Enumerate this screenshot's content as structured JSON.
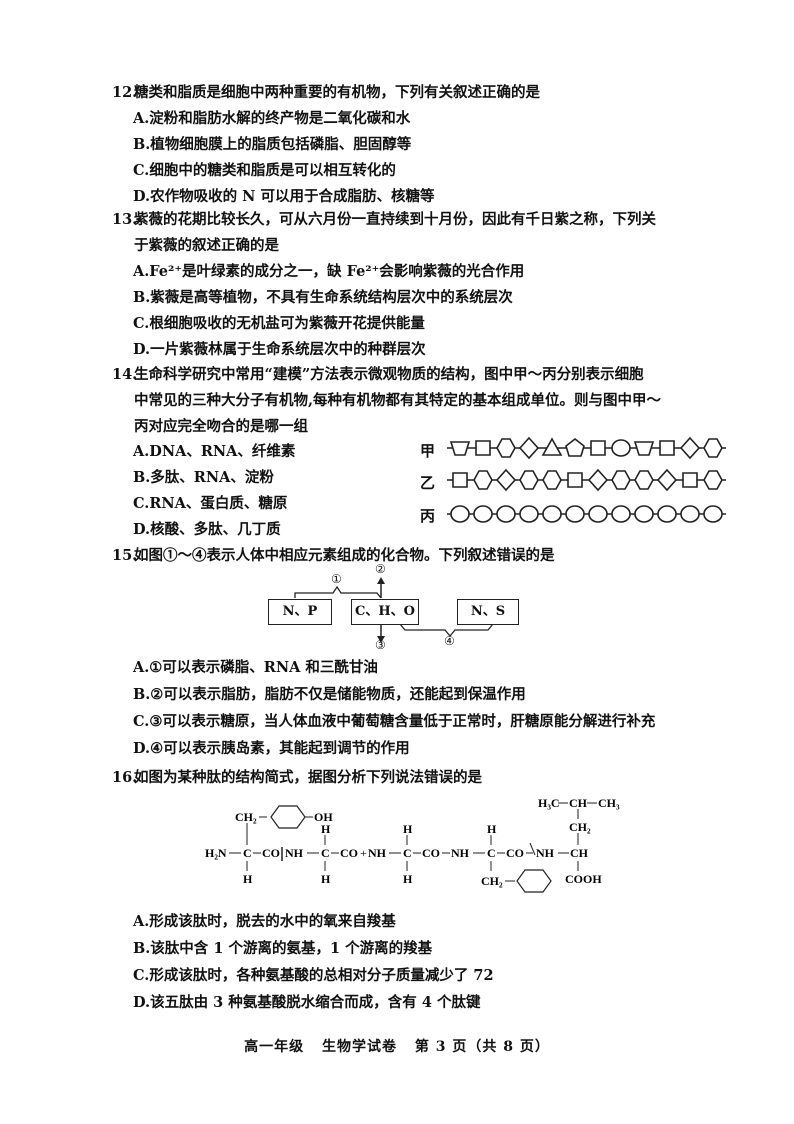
{
  "q12": {
    "number": "12.",
    "stem": "糖类和脂质是细胞中两种重要的有机物，下列有关叙述正确的是",
    "options": [
      "A.淀粉和脂肪水解的终产物是二氧化碳和水",
      "B.植物细胞膜上的脂质包括磷脂、胆固醇等",
      "C.细胞中的糖类和脂质是可以相互转化的",
      "D.农作物吸收的 N 可以用于合成脂肪、核糖等"
    ]
  },
  "q13": {
    "number": "13.",
    "stem_line1": "紫薇的花期比较长久，可从六月份一直持续到十月份，因此有千日紫之称，下列关",
    "stem_line2": "于紫薇的叙述正确的是",
    "options": [
      "A.Fe²⁺是叶绿素的成分之一，缺 Fe²⁺会影响紫薇的光合作用",
      "B.紫薇是高等植物，不具有生命系统结构层次中的系统层次",
      "C.根细胞吸收的无机盐可为紫薇开花提供能量",
      "D.一片紫薇林属于生命系统层次中的种群层次"
    ]
  },
  "q14": {
    "number": "14.",
    "stem_line1": "生命科学研究中常用“建模”方法表示微观物质的结构，图中甲～丙分别表示细胞",
    "stem_line2": "中常见的三种大分子有机物,每种有机物都有其特定的基本组成单位。则与图中甲～",
    "stem_line3": "丙对应完全吻合的是哪一组",
    "options": [
      "A.DNA、RNA、纤维素",
      "B.多肽、RNA、淀粉",
      "C.RNA、蛋白质、糖原",
      "D.核酸、多肽、几丁质"
    ],
    "diagram": {
      "chains": [
        {
          "label": "甲",
          "units": [
            "trapezoid",
            "square",
            "hexagon",
            "diamond",
            "triangle",
            "pentagon",
            "square",
            "circle",
            "trapezoid",
            "square",
            "diamond",
            "hexagon"
          ]
        },
        {
          "label": "乙",
          "units": [
            "square",
            "hexagon",
            "diamond",
            "hexagon",
            "hexagon",
            "square",
            "diamond",
            "hexagon",
            "hexagon",
            "diamond",
            "square",
            "hexagon"
          ]
        },
        {
          "label": "丙",
          "units": [
            "circle",
            "circle",
            "circle",
            "circle",
            "circle",
            "circle",
            "circle",
            "circle",
            "circle",
            "circle",
            "circle",
            "circle"
          ]
        }
      ]
    }
  },
  "q15": {
    "number": "15.",
    "stem": "如图①～④表示人体中相应元素组成的化合物。下列叙述错误的是",
    "diagram": {
      "boxes": [
        "N、P",
        "C、H、O",
        "N、S"
      ],
      "markers": [
        "①",
        "②",
        "③",
        "④"
      ]
    },
    "options": [
      "A.①可以表示磷脂、RNA 和三酰甘油",
      "B.②可以表示脂肪，脂肪不仅是储能物质，还能起到保温作用",
      "C.③可以表示糖原，当人体血液中葡萄糖含量低于正常时，肝糖原能分解进行补充",
      "D.④可以表示胰岛素，其能起到调节的作用"
    ]
  },
  "q16": {
    "number": "16.",
    "stem": "如图为某种肽的结构简式，据图分析下列说法错误的是",
    "formula": {
      "main_chain": [
        "H₂N—C—CO",
        "NH—C—CO",
        "NH—C—CO",
        "NH—C—CO",
        "NH—CH"
      ],
      "r_groups": [
        "CH₂—(C₆H₄)—OH",
        "H",
        "H",
        "CH₂—(C₆H₅)",
        "CH₂—CH(CH₃)₂"
      ],
      "labels": {
        "h2n": "H₂N",
        "co": "CO",
        "nh": "NH",
        "c": "C",
        "h": "H",
        "ch": "CH",
        "ch2": "CH₂",
        "oh": "OH",
        "cooh": "COOH",
        "h3c": "H₃C",
        "ch3": "CH₃"
      }
    },
    "options": [
      "A.形成该肽时，脱去的水中的氧来自羧基",
      "B.该肽中含 1 个游离的氨基，1 个游离的羧基",
      "C.形成该肽时，各种氨基酸的总相对分子质量减少了 72",
      "D.该五肽由 3 种氨基酸脱水缩合而成，含有 4 个肽键"
    ]
  },
  "footer": {
    "grade": "高一年级",
    "subject": "生物学试卷",
    "page": "第 3 页（共 8 页）"
  }
}
